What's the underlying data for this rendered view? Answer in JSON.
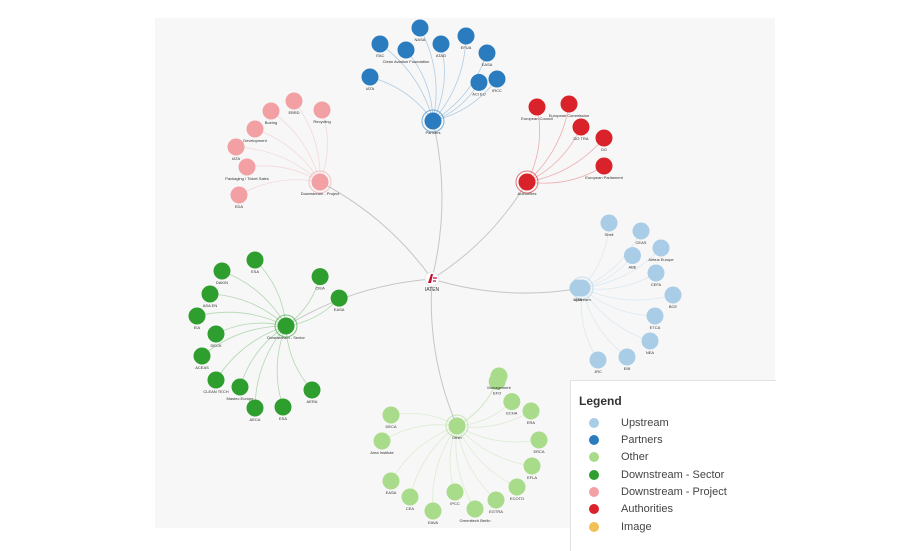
{
  "colors": {
    "upstream": "#a9cde6",
    "partners": "#2b7cbf",
    "other": "#a8db8a",
    "downstream_sector": "#2e9e2e",
    "downstream_project": "#f2a0a4",
    "authorities": "#d9222a",
    "image": "#f3bf57",
    "edge": "#c6c6c6",
    "panel": "#f7f7f7"
  },
  "center": {
    "label": "IATEN",
    "icon": "logo-icon"
  },
  "hubs": [
    {
      "id": "partners",
      "label": "Partners",
      "category": "partners"
    },
    {
      "id": "authorities",
      "label": "Authorities",
      "category": "authorities"
    },
    {
      "id": "downstream_project",
      "label": "Downstream - Project",
      "category": "downstream_project"
    },
    {
      "id": "upstream",
      "label": "Upstream",
      "category": "upstream"
    },
    {
      "id": "downstream_sector",
      "label": "Downstream - Sector",
      "category": "downstream_sector"
    },
    {
      "id": "other",
      "label": "Other",
      "category": "other"
    }
  ],
  "leaves": {
    "partners": [
      "IATA",
      "ITAC",
      "Clean Aviation Foundation",
      "NASA",
      "ATAG",
      "EFUA",
      "EASA",
      "IRCC",
      "ACI EU"
    ],
    "authorities": [
      "European Council",
      "European Commission",
      "DG TRA",
      "DG",
      "European Parliament"
    ],
    "downstream_project": [
      "EBRD",
      "Recycling",
      "Boeing",
      "Development",
      "IATA",
      "Packaging / Ticket Sales",
      "EDA"
    ],
    "upstream": [
      "Shell",
      "CEAS",
      "Airbus Europe",
      "CEFA",
      "BCE",
      "ETCA",
      "NEA",
      "EIB",
      "JRC",
      "IATA",
      "ABE"
    ],
    "downstream_sector": [
      "ESA",
      "DAKIN",
      "ASA EN",
      "EIA",
      "DECK",
      "ACEAS",
      "CLEAN TECH",
      "Mastec Europe",
      "AECA",
      "ESA",
      "AERA",
      "CIEA",
      "EASA"
    ],
    "other": [
      "Management",
      "ERA",
      "DECA",
      "ERCA",
      "Area Institute",
      "EFLA",
      "EASA",
      "ECOTO",
      "CEA",
      "EGTRA",
      "EAVA",
      "IPCC",
      "Greenitech Berlin",
      "EFO",
      "ECHA"
    ]
  },
  "legend": {
    "title": "Legend",
    "items": [
      {
        "label": "Upstream",
        "category": "upstream"
      },
      {
        "label": "Partners",
        "category": "partners"
      },
      {
        "label": "Other",
        "category": "other"
      },
      {
        "label": "Downstream - Sector",
        "category": "downstream_sector"
      },
      {
        "label": "Downstream - Project",
        "category": "downstream_project"
      },
      {
        "label": "Authorities",
        "category": "authorities"
      },
      {
        "label": "Image",
        "category": "image"
      }
    ]
  }
}
